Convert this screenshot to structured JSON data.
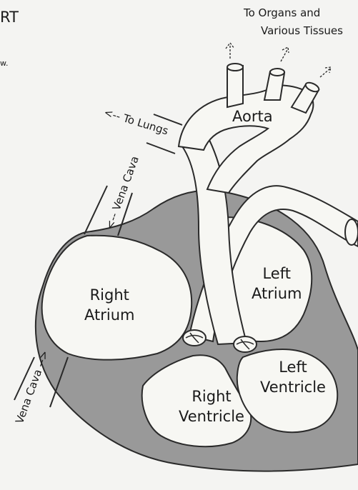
{
  "header": {
    "title_fragment": "RT",
    "note_fragment": "w."
  },
  "labels": {
    "to_organs_line1": "To Organs and",
    "to_organs_line2": "Various Tissues",
    "to_lungs": "<-- To Lungs",
    "vena_cava_upper": "<-- Vena Cava",
    "vena_cava_lower": "Vena Cava -->",
    "aorta": "Aorta",
    "right_atrium_line1": "Right",
    "right_atrium_line2": "Atrium",
    "left_atrium_line1": "Left",
    "left_atrium_line2": "Atrium",
    "left_ventricle_line1": "Left",
    "left_ventricle_line2": "Ventricle",
    "right_ventricle_line1": "Right",
    "right_ventricle_line2": "Ventricle"
  },
  "colors": {
    "background": "#f4f4f2",
    "chamber": "#f7f7f3",
    "wall": "#999999",
    "outline": "#2a2a2a"
  }
}
